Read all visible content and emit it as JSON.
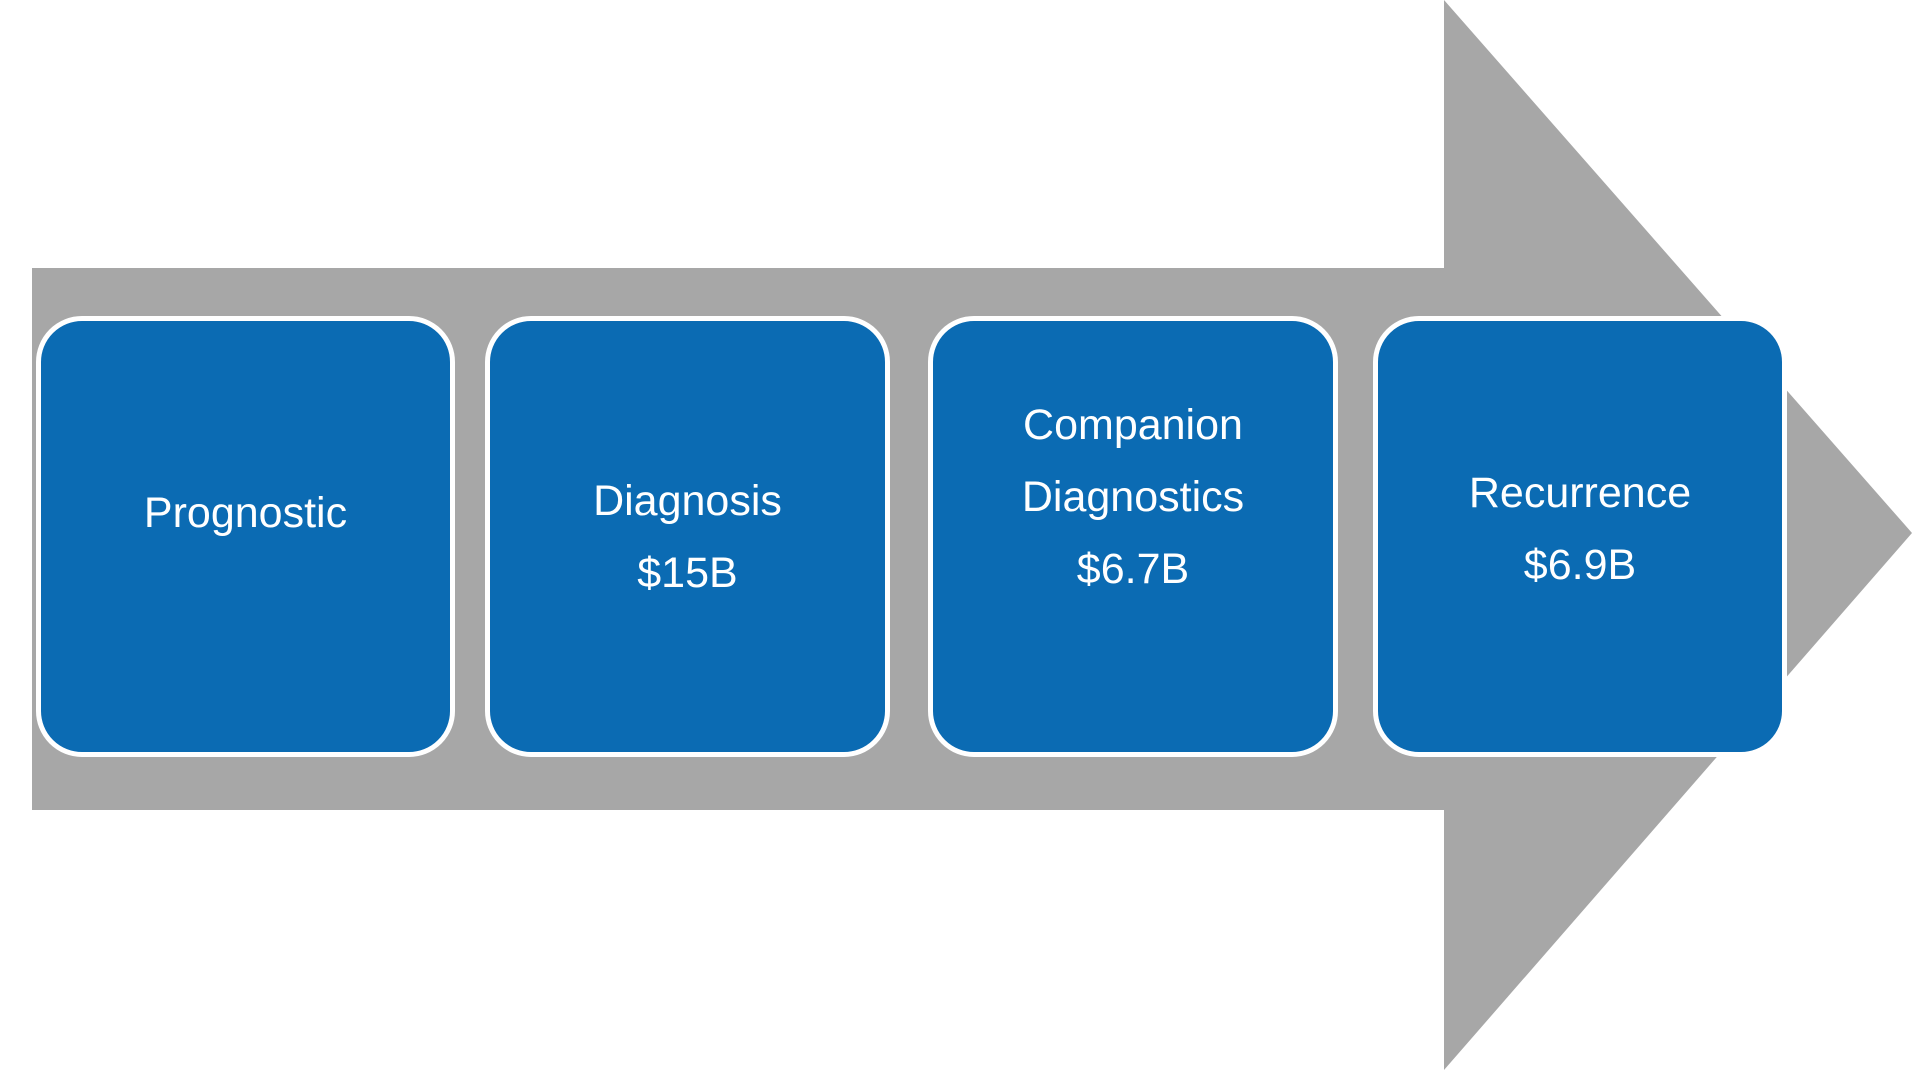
{
  "diagram": {
    "type": "process-arrow",
    "direction": "right",
    "stages": [
      {
        "id": "prognostic",
        "lines": [
          "Prognostic"
        ]
      },
      {
        "id": "diagnosis",
        "lines": [
          "Diagnosis",
          "$15B"
        ]
      },
      {
        "id": "companion-diagnostics",
        "lines": [
          "Companion",
          "Diagnostics",
          "$6.7B"
        ]
      },
      {
        "id": "recurrence",
        "lines": [
          "Recurrence",
          "$6.9B"
        ]
      }
    ],
    "colors": {
      "box_fill": "#0b6bb3",
      "box_border": "#ffffff",
      "arrow_fill": "#a7a7a7",
      "text": "#ffffff",
      "background": "#ffffff"
    }
  }
}
